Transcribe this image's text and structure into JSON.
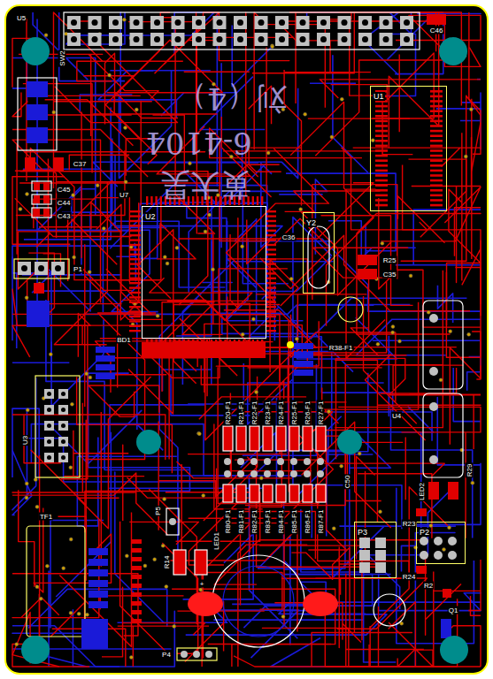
{
  "diagram": {
    "nodes": [
      {
        "text": [
          "U2"
        ]
      },
      {
        "text": [
          "U1"
        ]
      },
      {
        "text": [
          "Y2"
        ]
      },
      {
        "text": [
          "P3"
        ]
      },
      {
        "text": [
          "P2"
        ]
      }
    ],
    "labels": [
      "U5",
      "SW2",
      "C46",
      "C37",
      "C45",
      "C44",
      "C43",
      "U7",
      "C36",
      "R25",
      "C35",
      "P1",
      "BD1",
      "R38-F1",
      "R20-F1",
      "R21-F1",
      "R22-F1",
      "R23-F1",
      "R24-F1",
      "R25-F1",
      "R26-F1",
      "R27-F1",
      "C50",
      "R80-F1",
      "R81-F1",
      "R82-F1",
      "R83-F1",
      "R84-F1",
      "R85-F1",
      "R86-F1",
      "R87-F1",
      "P5",
      "R14",
      "LED1",
      "+",
      "P4",
      "R23",
      "R24",
      "R2",
      "LED2",
      "R29",
      "Q1",
      "TF1",
      "U3",
      "U4",
      "6-4104",
      "黄大昊",
      "刘（4）"
    ]
  }
}
